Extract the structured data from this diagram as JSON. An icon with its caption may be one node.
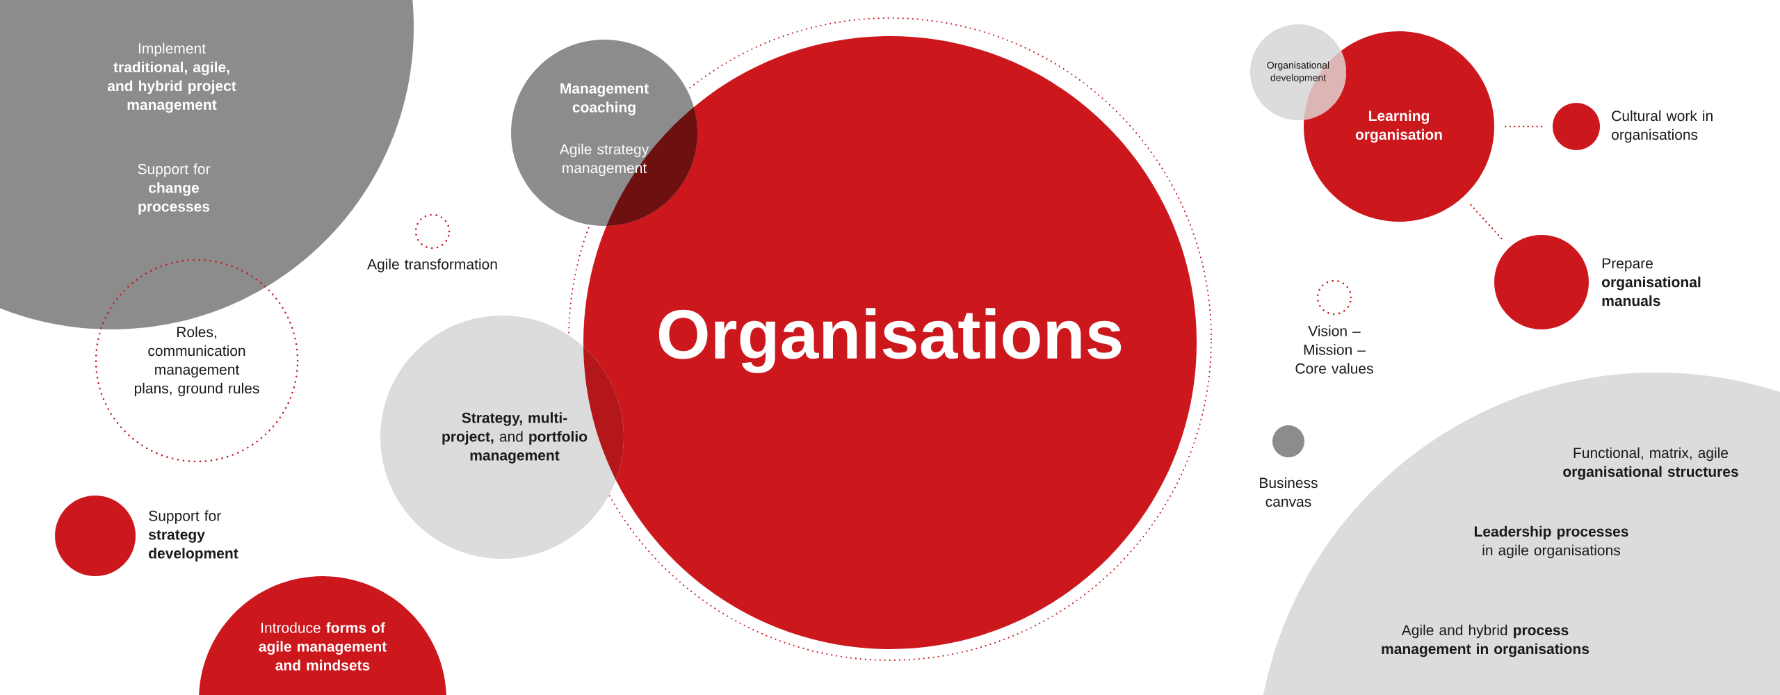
{
  "diagram": {
    "nodes": [
      {
        "text": [
          "Implement **traditional, agile, and hybrid project management**",
          "Support for **change processes**"
        ]
      },
      {
        "text": [
          "Roles, communication management plans, ground rules"
        ]
      },
      {
        "text": [],
        "shape": "circle"
      },
      {
        "text": [
          "Management coaching",
          "Agile strategy management"
        ]
      },
      {
        "text": [
          "Organisations"
        ]
      },
      {
        "text": [
          "**Strategy, multi-project,** and **portfolio management**"
        ]
      },
      {
        "text": [],
        "shape": "circle",
        "beside": [
          "Support for **strategy development**"
        ]
      },
      {
        "text": [
          "Introduce **forms of agile management and mindsets**"
        ]
      },
      {
        "text": [
          "Organisational development"
        ]
      },
      {
        "text": [
          "Learning organisation"
        ]
      },
      {
        "text": [],
        "shape": "circle",
        "beside": [
          "Cultural work in organisations"
        ]
      },
      {
        "text": [],
        "shape": "circle"
      },
      {
        "text": [],
        "shape": "circle",
        "beside": [
          "Prepare **organisational manuals**"
        ]
      },
      {
        "text": [],
        "shape": "circle"
      },
      {
        "text": [
          "Functional, matrix, agile **organisational structures**",
          "**Leadership processes** in agile organisations",
          "Agile and hybrid **process management in organisations**"
        ]
      }
    ],
    "edges": [
      {
        "from": 9,
        "to": 10,
        "arrow": "none"
      },
      {
        "from": 9,
        "to": 12,
        "arrow": "none"
      }
    ],
    "labels": [
      "Agile transformation",
      "Vision – Mission – Core values",
      "Business canvas"
    ]
  }
}
